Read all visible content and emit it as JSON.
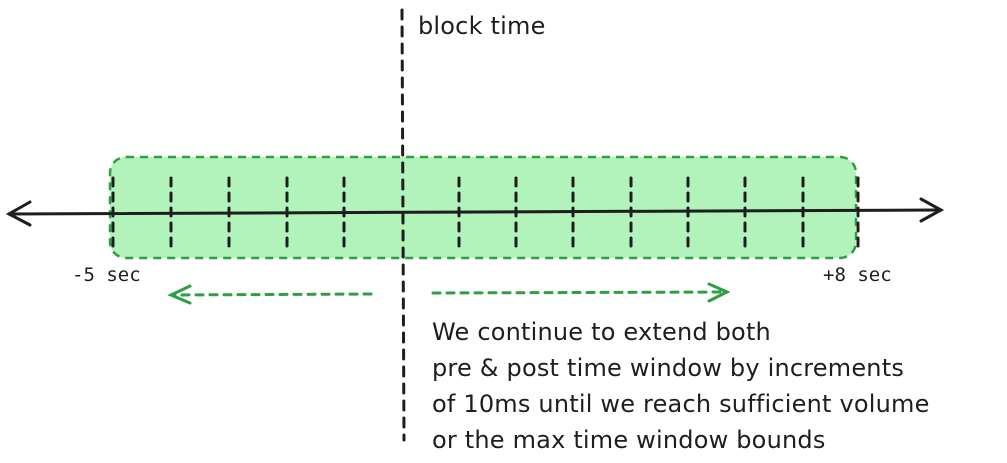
{
  "labels": {
    "block_time": "block time",
    "minus": "-5 sec",
    "plus": "+8 sec"
  },
  "note_lines": [
    "We continue to extend both",
    "pre & post time window by increments",
    "of 10ms until we reach sufficient volume",
    "or the max time window bounds"
  ],
  "colors": {
    "window_fill": "#b2f2bb",
    "window_stroke": "#2f9e44",
    "ink": "#1e1e1e",
    "background": "#ffffff"
  }
}
